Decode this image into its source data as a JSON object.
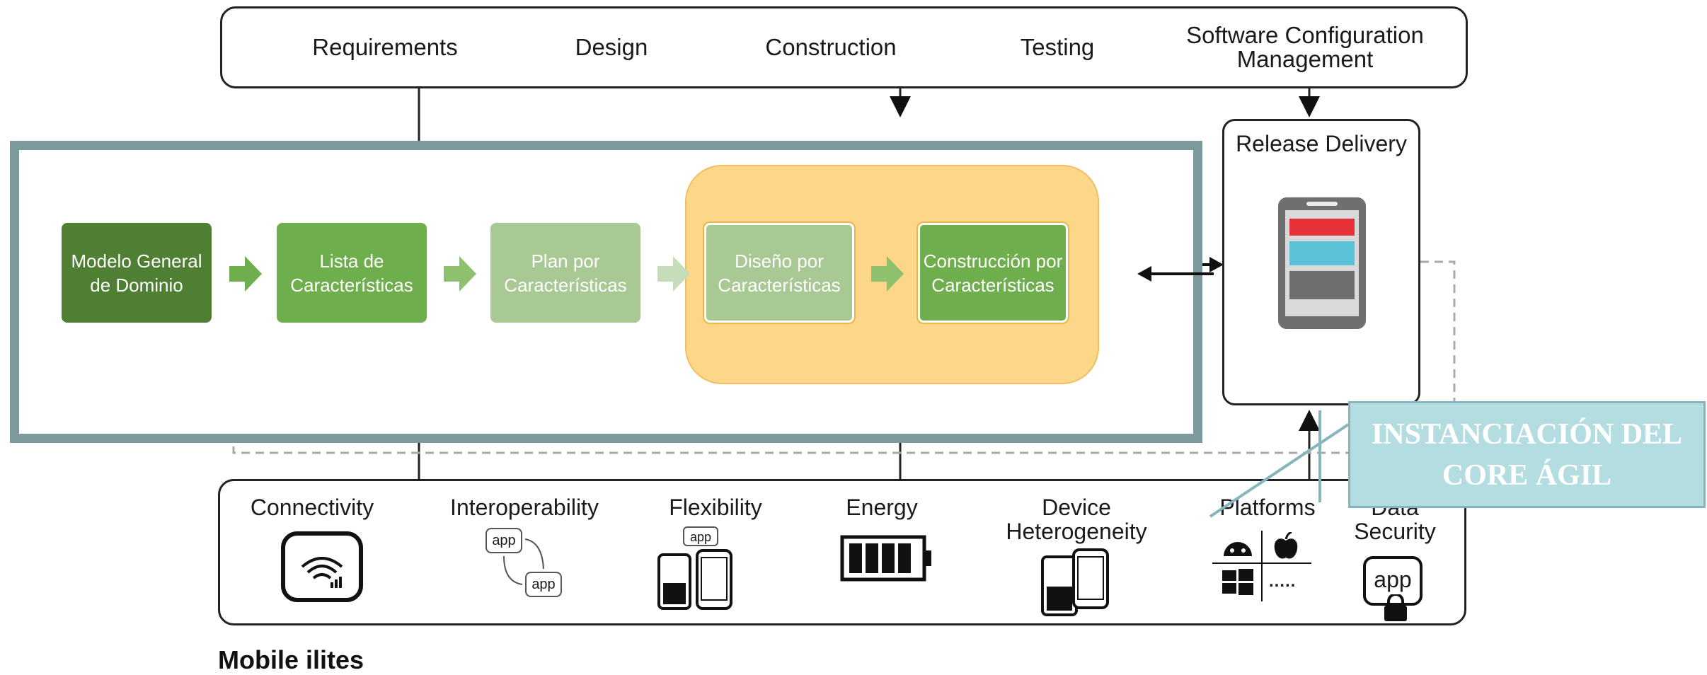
{
  "phases": [
    "Requirements",
    "Design",
    "Construction",
    "Testing",
    "Software Configuration Management"
  ],
  "process": {
    "modelo": "Modelo General de Dominio",
    "lista": "Lista de Características",
    "plan": "Plan por Características",
    "diseno": "Diseño por Características",
    "construccion": "Construcción por Características"
  },
  "release": {
    "title": "Release Delivery"
  },
  "ilities": {
    "connectivity": "Connectivity",
    "interoperability": "Interoperability",
    "flexibility": "Flexibility",
    "energy": "Energy",
    "device": "Device Heterogeneity",
    "platforms": "Platforms",
    "security": "Data Security",
    "app_text": "app",
    "more_dots": "....."
  },
  "caption": "Mobile ilites",
  "callout": "INSTANCIACIÓN DEL CORE ÁGIL",
  "colors": {
    "frame": "#7c9a9c",
    "dark_green": "#4e7f32",
    "mid_green": "#6fae4c",
    "light_green": "#a8c894",
    "orange": "#fcd78a",
    "callout_bg": "#b4dde2",
    "phone_red": "#e8323a",
    "phone_blue": "#5bc3d8",
    "phone_gray": "#6f6f6f"
  },
  "icons": [
    "wifi-icon",
    "app-exchange-icon",
    "devices-icon",
    "battery-icon",
    "devices-icon",
    "android-icon",
    "apple-icon",
    "windows-icon",
    "lock-icon",
    "phone-icon",
    "arrow-right-icon"
  ]
}
